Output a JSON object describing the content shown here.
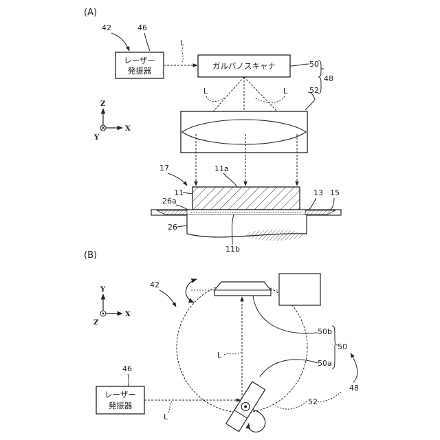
{
  "panel_a": {
    "label": "(A)",
    "ref_42": "42",
    "ref_46": "46",
    "laser_line1": "レーザー",
    "laser_line2": "発振器",
    "beam_L1": "L",
    "galvano_text": "ガルバノスキャナ",
    "ref_50": "50",
    "ref_48": "48",
    "ref_52": "52",
    "beam_L2": "L",
    "beam_L3": "L",
    "ref_17": "17",
    "ref_11a": "11a",
    "ref_11": "11",
    "ref_26a": "26a",
    "ref_13": "13",
    "ref_15": "15",
    "ref_26": "26",
    "ref_11b": "11b",
    "axis_z": "Z",
    "axis_y": "Y",
    "axis_x": "X"
  },
  "panel_b": {
    "label": "(B)",
    "ref_42": "42",
    "ref_50b": "50b",
    "ref_50": "50",
    "ref_50a": "50a",
    "ref_48": "48",
    "ref_46": "46",
    "laser_line1": "レーザー",
    "laser_line2": "発振器",
    "beam_L1": "L",
    "beam_L2": "L",
    "ref_52": "52",
    "axis_y": "Y",
    "axis_z": "Z",
    "axis_x": "X"
  }
}
